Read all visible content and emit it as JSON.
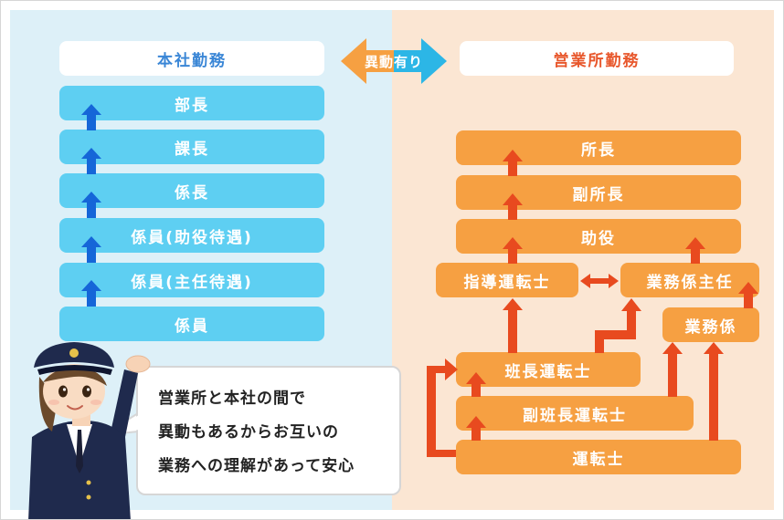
{
  "honsha": {
    "title": "本社勤務",
    "items": [
      "部長",
      "課長",
      "係長",
      "係員(助役待遇)",
      "係員(主任待遇)",
      "係員"
    ]
  },
  "eigyosho": {
    "title": "営業所勤務",
    "director": "所長",
    "deputy_director": "副所長",
    "assistant": "助役",
    "instructor_driver": "指導運転士",
    "business_chief": "業務係主任",
    "business_staff": "業務係",
    "team_leader_driver": "班長運転士",
    "sub_leader_driver": "副班長運転士",
    "driver": "運転士"
  },
  "transfer_label": "異動有り",
  "speech": {
    "lines": [
      "営業所と本社の間で",
      "異動もあるからお互いの",
      "業務への理解があって安心"
    ]
  },
  "colors": {
    "honsha_title": "#3a86d6",
    "eigyosho_title": "#e8572c",
    "blue_box": "#5ecff2",
    "blue_arrow": "#1566d8",
    "orange_box": "#f6a042",
    "red_arrow": "#e84a1f",
    "left_bg": "#ddf0f8",
    "right_bg": "#fbe6d3"
  }
}
